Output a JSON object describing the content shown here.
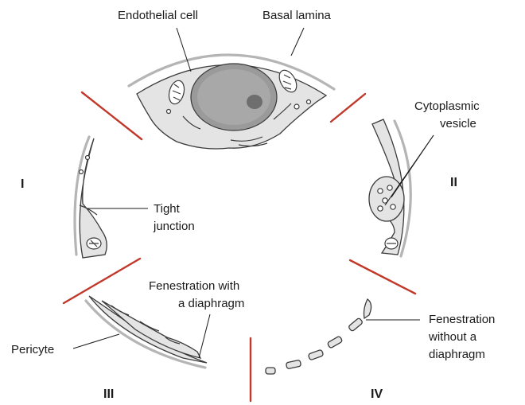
{
  "labels": {
    "endothelial_cell": "Endothelial cell",
    "basal_lamina": "Basal lamina",
    "cytoplasmic_vesicle_1": "Cytoplasmic",
    "cytoplasmic_vesicle_2": "vesicle",
    "tight_junction_1": "Tight",
    "tight_junction_2": "junction",
    "fenestration_with_1": "Fenestration with",
    "fenestration_with_2": "a diaphragm",
    "fenestration_without_1": "Fenestration",
    "fenestration_without_2": "without a",
    "fenestration_without_3": "diaphragm",
    "pericyte": "Pericyte"
  },
  "sections": {
    "i": "I",
    "ii": "II",
    "iii": "III",
    "iv": "IV"
  },
  "colors": {
    "divider": "#c0392b",
    "cytoplasm": "#e4e4e4",
    "nucleus": "#9a9a9a",
    "lamina": "#b5b5b5"
  }
}
